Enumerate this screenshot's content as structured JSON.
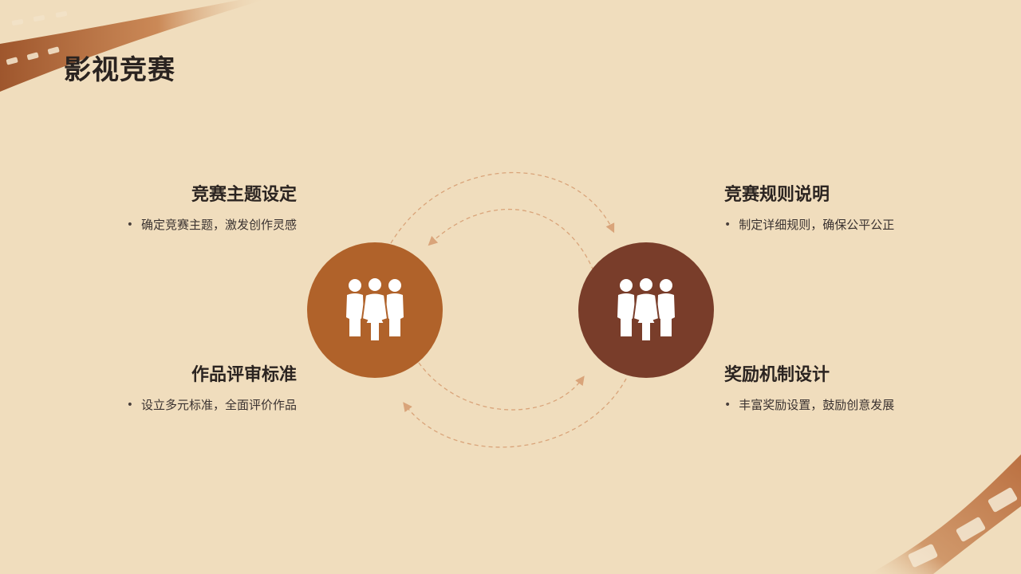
{
  "page": {
    "title": "影视竞赛"
  },
  "colors": {
    "background": "#f0ddbd",
    "circle_left": "#b0622a",
    "circle_right": "#793d2a",
    "arrow": "#d9a47a",
    "film": "#b86a3a"
  },
  "items": [
    {
      "heading": "竞赛主题设定",
      "bullet": "确定竞赛主题，激发创作灵感"
    },
    {
      "heading": "竞赛规则说明",
      "bullet": "制定详细规则，确保公平公正"
    },
    {
      "heading": "作品评审标准",
      "bullet": "设立多元标准，全面评价作品"
    },
    {
      "heading": "奖励机制设计",
      "bullet": "丰富奖励设置，鼓励创意发展"
    }
  ],
  "icons": {
    "left_circle": "people-group-icon",
    "right_circle": "people-group-icon"
  },
  "bullet_marker": "•"
}
